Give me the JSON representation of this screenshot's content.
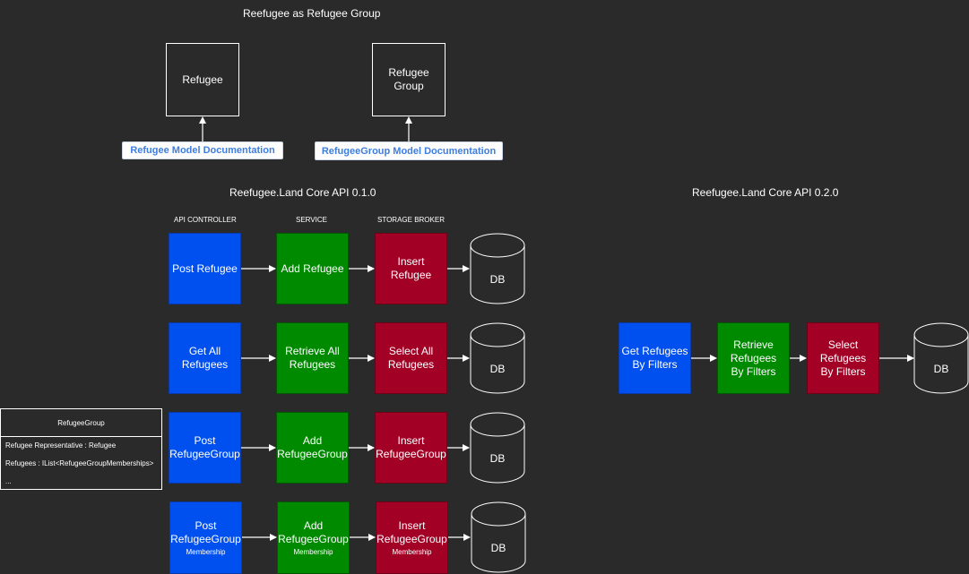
{
  "top_title": "Reefugee as Refugee Group",
  "models": {
    "refugee": "Refugee",
    "refugee_group": "Refugee\nGroup",
    "refugee_doc_link": "Refugee Model Documentation",
    "refugee_group_doc_link": "RefugeeGroup Model Documentation"
  },
  "api_v010": {
    "title": "Reefugee.Land Core API 0.1.0",
    "col_controller": "API CONTROLLER",
    "col_service": "SERVICE",
    "col_broker": "STORAGE BROKER",
    "rows": [
      {
        "controller": "Post Refugee",
        "service": "Add Refugee",
        "broker": "Insert\nRefugee",
        "db": "DB",
        "sub": ""
      },
      {
        "controller": "Get All\nRefugees",
        "service": "Retrieve All\nRefugees",
        "broker": "Select All\nRefugees",
        "db": "DB",
        "sub": ""
      },
      {
        "controller": "Post\nRefugeeGroup",
        "service": "Add\nRefugeeGroup",
        "broker": "Insert\nRefugeeGroup",
        "db": "DB",
        "sub": ""
      },
      {
        "controller": "Post\nRefugeeGroup",
        "service": "Add\nRefugeeGroup",
        "broker": "Insert\nRefugeeGroup",
        "db": "DB",
        "sub": "Membership"
      }
    ]
  },
  "api_v020": {
    "title": "Reefugee.Land Core API 0.2.0",
    "controller": "Get Refugees\nBy Filters",
    "service": "Retrieve\nRefugees\nBy Filters",
    "broker": "Select\nRefugees\nBy Filters",
    "db": "DB"
  },
  "class_box": {
    "name": "RefugeeGroup",
    "fields": [
      "Refugee Representative : Refugee",
      "Refugees : IList<RefugeeGroupMemberships>",
      "..."
    ]
  },
  "colors": {
    "background": "#2a2a2a",
    "controller": "#0050ef",
    "service": "#008a00",
    "broker": "#a20025",
    "link_text": "#3d7ee0"
  }
}
